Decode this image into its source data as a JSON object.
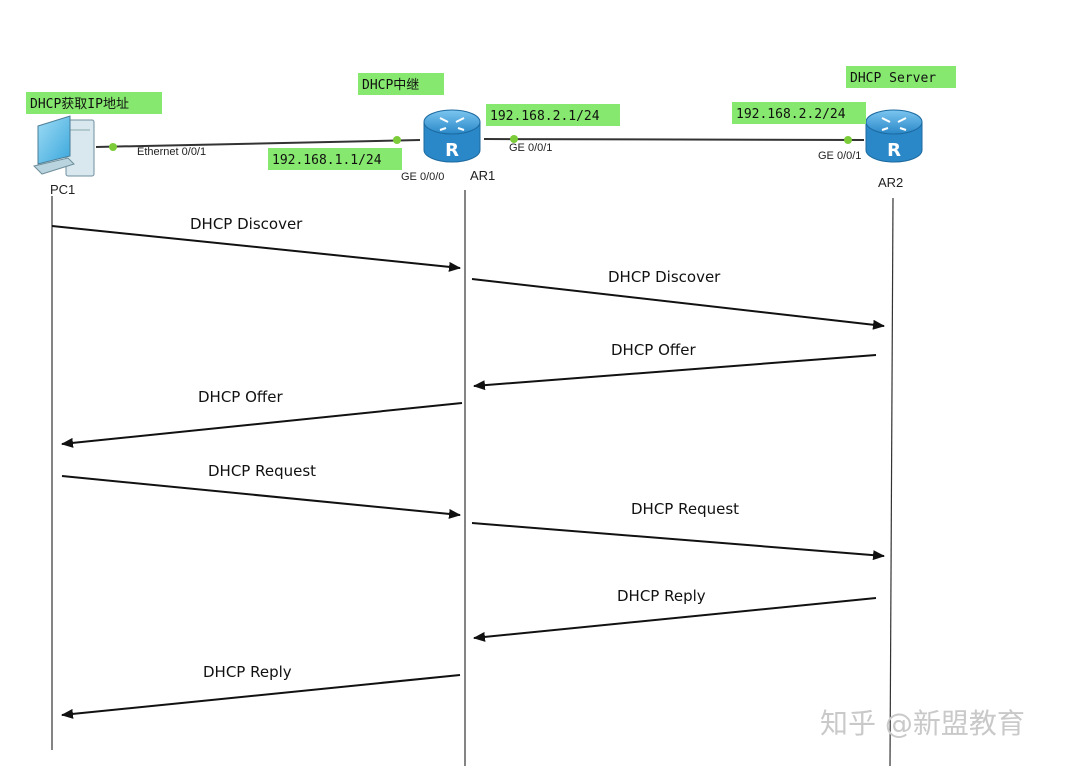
{
  "devices": {
    "pc1": {
      "name": "PC1",
      "tag": "DHCP获取IP地址"
    },
    "ar1": {
      "name": "AR1",
      "tag": "DHCP中继"
    },
    "ar2": {
      "name": "AR2",
      "tag": "DHCP Server"
    }
  },
  "links": {
    "pc_ar1": {
      "pc_port": "Ethernet 0/0/1",
      "ar1_port": "GE 0/0/0",
      "ar1_ip": "192.168.1.1/24"
    },
    "ar1_ar2": {
      "ar1_port": "GE 0/0/1",
      "ar1_ip": "192.168.2.1/24",
      "ar2_port": "GE 0/0/1",
      "ar2_ip": "192.168.2.2/24"
    }
  },
  "messages": [
    {
      "label": "DHCP Discover",
      "from": "PC1",
      "to": "AR1"
    },
    {
      "label": "DHCP Discover",
      "from": "AR1",
      "to": "AR2"
    },
    {
      "label": "DHCP Offer",
      "from": "AR2",
      "to": "AR1"
    },
    {
      "label": "DHCP Offer",
      "from": "AR1",
      "to": "PC1"
    },
    {
      "label": "DHCP Request",
      "from": "PC1",
      "to": "AR1"
    },
    {
      "label": "DHCP Request",
      "from": "AR1",
      "to": "AR2"
    },
    {
      "label": "DHCP Reply",
      "from": "AR2",
      "to": "AR1"
    },
    {
      "label": "DHCP Reply",
      "from": "AR1",
      "to": "PC1"
    }
  ],
  "watermark": "知乎 @新盟教育",
  "colors": {
    "tag_bg": "#86e86e",
    "router_blue": "#3a9bd9",
    "link_dot": "#7ccc3a"
  }
}
